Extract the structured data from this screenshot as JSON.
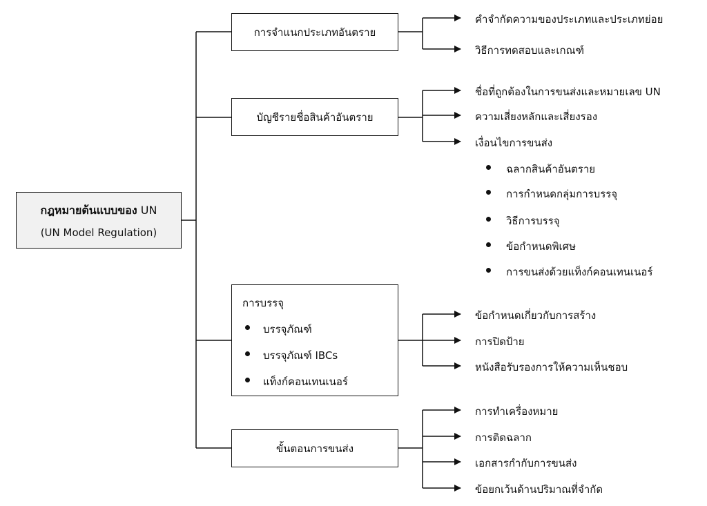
{
  "root": {
    "title_bold": "กฎหมายต้นแบบของ",
    "title_suffix": "UN",
    "subtitle": "(UN Model Regulation)"
  },
  "categories": [
    {
      "label": "การจำแนกประเภทอันตราย",
      "items": [
        "คำจำกัดความของประเภทและประเภทย่อย",
        "วิธีการทดสอบและเกณฑ์"
      ]
    },
    {
      "label": "บัญชีรายชื่อสินค้าอันตราย",
      "items": [
        "ชื่อที่ถูกต้องในการขนส่งและหมายเลข UN",
        "ความเสี่ยงหลักและเสี่ยงรอง",
        "เงื่อนไขการขนส่ง"
      ],
      "sub_bullets": [
        "ฉลากสินค้าอันตราย",
        "การกำหนดกลุ่มการบรรจุ",
        "วิธีการบรรจุ",
        "ข้อกำหนดพิเศษ",
        "การขนส่งด้วยแท็งก์คอนเทนเนอร์"
      ]
    },
    {
      "label": "การบรรจุ",
      "bullets": [
        "บรรจุภัณฑ์",
        "บรรจุภัณฑ์ IBCs",
        "แท็งก์คอนเทนเนอร์"
      ],
      "items": [
        "ข้อกำหนดเกี่ยวกับการสร้าง",
        "การปิดป้าย",
        "หนังสือรับรองการให้ความเห็นชอบ"
      ]
    },
    {
      "label": "ขั้นตอนการขนส่ง",
      "items": [
        "การทำเครื่องหมาย",
        "การติดฉลาก",
        "เอกสารกำกับการขนส่ง",
        "ข้อยกเว้นด้านปริมาณที่จำกัด"
      ]
    }
  ]
}
